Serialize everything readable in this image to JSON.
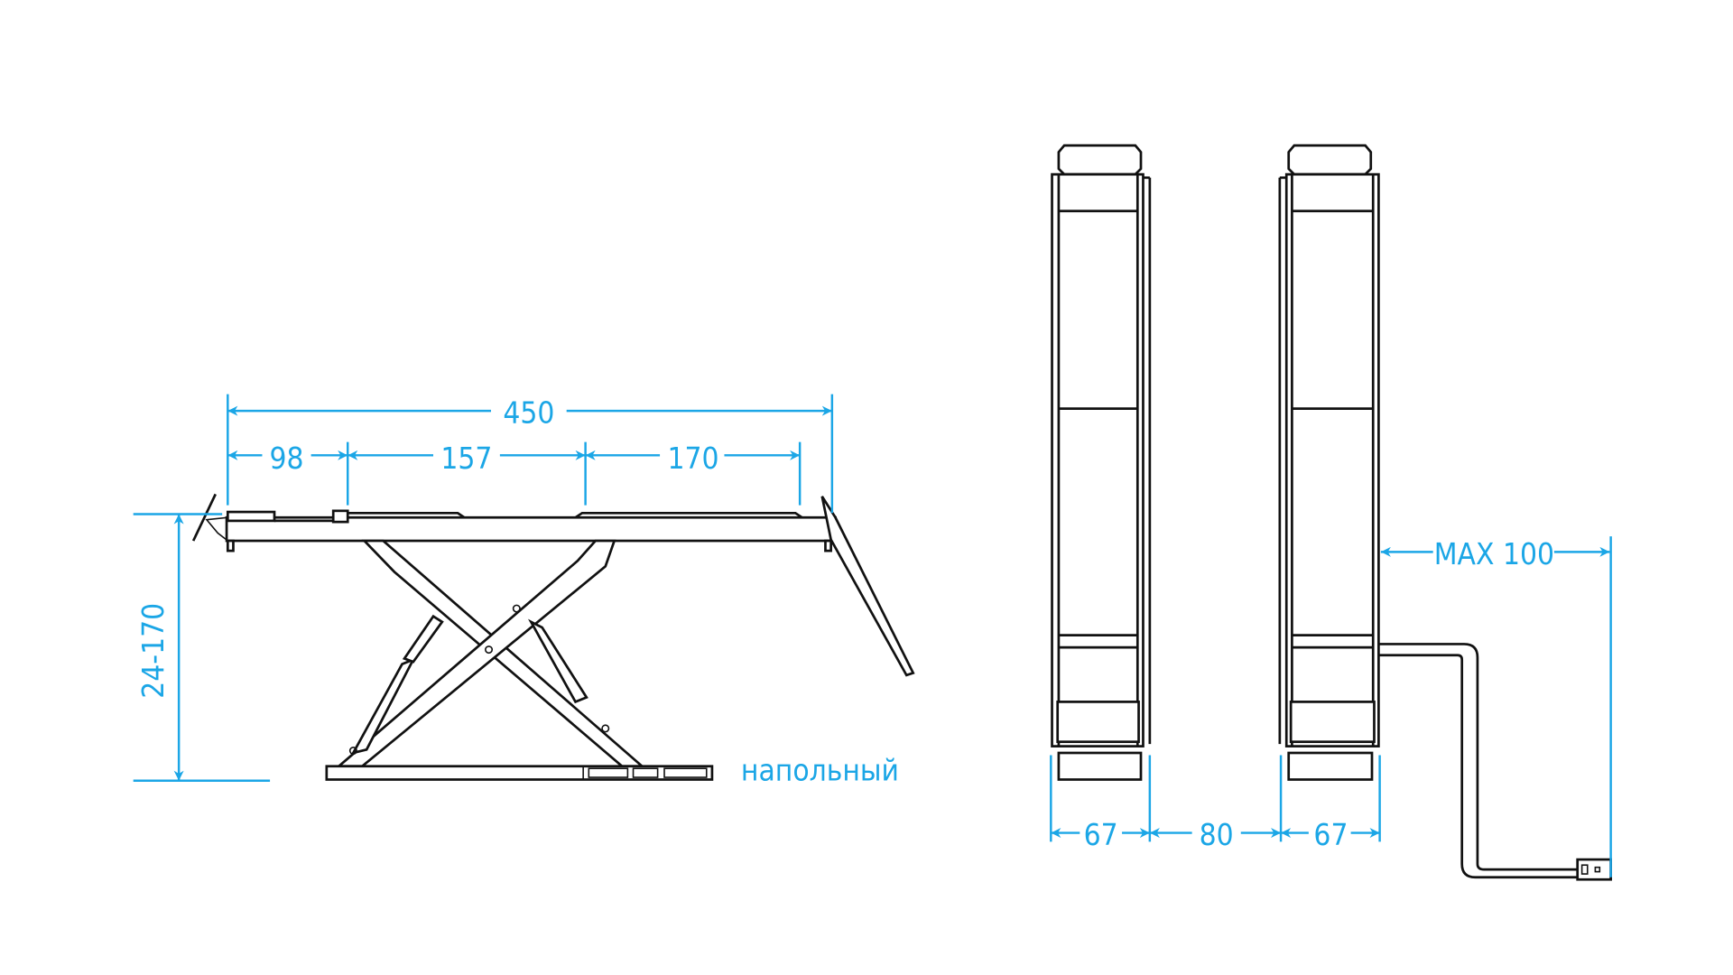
{
  "colors": {
    "dimension": "#1ba6e6",
    "line": "#111111"
  },
  "side_view": {
    "overall_length": "450",
    "segments": [
      "98",
      "157",
      "170"
    ],
    "height_range": "24-170",
    "type_label": "напольный"
  },
  "front_view": {
    "column_width_left": "67",
    "gap": "80",
    "column_width_right": "67",
    "control_cable_max": "MAX 100"
  }
}
